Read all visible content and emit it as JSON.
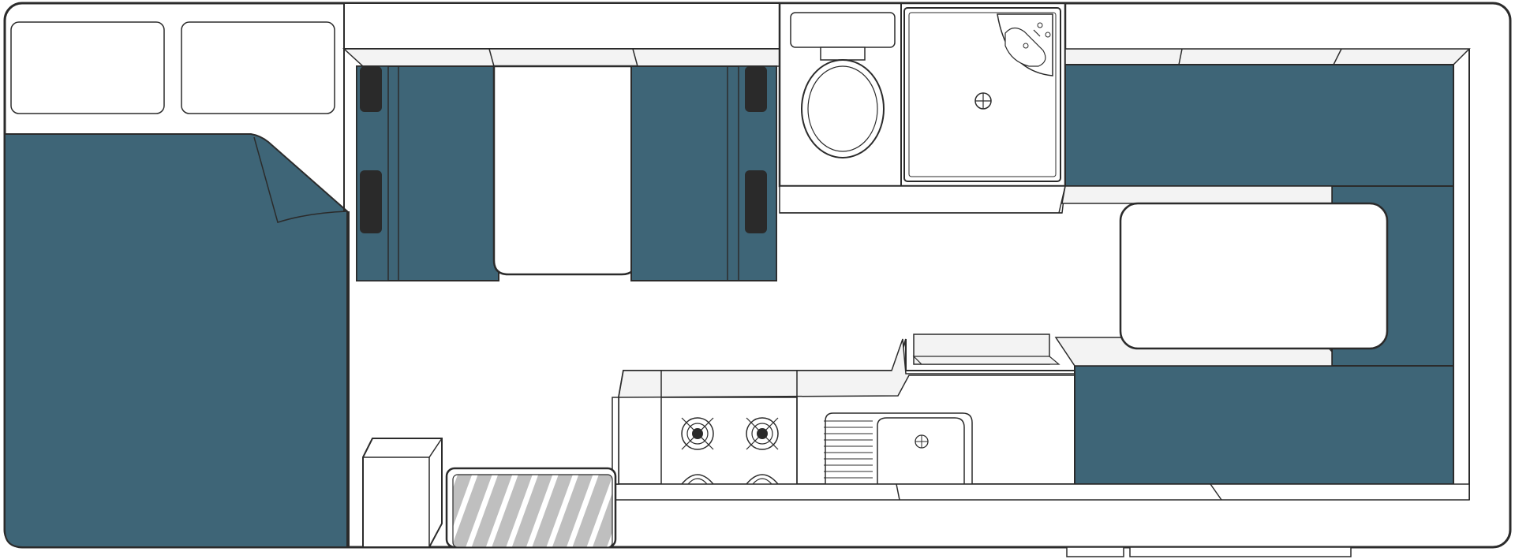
{
  "diagram": {
    "kind": "motorhome-floor-plan",
    "view": "top-down",
    "labels_printed": false,
    "components": [
      "double-bed",
      "bed-pillows",
      "dinette-seating",
      "dinette-table",
      "toilet",
      "shower",
      "corner-basin",
      "lounge-seating",
      "lounge-table",
      "kitchen-bench",
      "gas-cooktop",
      "sink-with-drainer",
      "fridge",
      "entry-step",
      "cupboard"
    ]
  },
  "colors": {
    "upholstery": "#3e6577",
    "outline": "#2b2b2b",
    "background": "#ffffff",
    "counter": "#f3f3f3",
    "counter-edge": "#e6e6e6",
    "step-stripe": "#bfbfbf",
    "seat-cushion": "#2a2a2a"
  },
  "icons": {
    "burner": "gas-burner-icon",
    "drain": "drain-icon",
    "tap": "tap-icon"
  }
}
